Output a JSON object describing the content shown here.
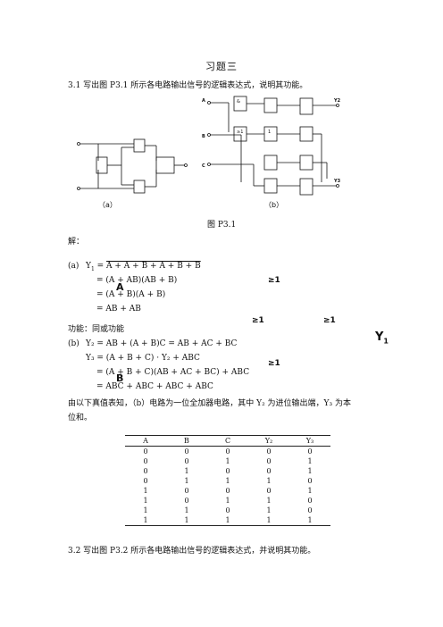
{
  "header": {
    "title": "习题三"
  },
  "problem_3_1": {
    "prompt": "3.1  写出图 P3.1 所示各电路输出信号的逻辑表达式，说明其功能。",
    "figure": {
      "caption": "图 P3.1",
      "label_a": "（a）",
      "label_b": "（b）",
      "inputs": [
        "A",
        "B",
        "C"
      ],
      "outputs": [
        "Y2",
        "Y3"
      ],
      "gate_symbols": [
        "&",
        "≥1",
        "1"
      ]
    },
    "solution": {
      "label": "解：",
      "part_a_label": "(a)",
      "a_line1_lhs": "Y",
      "a_line1_sub": "1",
      "a_line1_rhs": "A + A + B + A + B + B",
      "a_line2": "= (A + AB)(AB + B)",
      "a_line3": "= (A + B)(A + B)",
      "a_line4": "= AB + AB",
      "function_a": "功能：同或功能",
      "part_b_label": "(b)",
      "b_line1": "Y₂ = AB + (A + B)C = AB + AC + BC",
      "b_line2": "Y₃ = (A + B + C) · Y₂ + ABC",
      "b_line3": "= (A + B + C)(AB + AC + BC) + ABC",
      "b_line4": "= ABC + ABC + ABC + ABC",
      "stray": {
        "ge1_a": "≥1",
        "ge1_b": "≥1",
        "ge1_c": "≥1",
        "ge1_d": "≥1",
        "letter_a": "A",
        "letter_b": "B",
        "y1": "Y",
        "y1_sub": "1"
      },
      "conclusion_line1": "由以下真值表知，（b）电路为一位全加器电路，其中 Y₂ 为进位输出端，Y₃ 为本",
      "conclusion_line2": "位和。"
    },
    "truth_table": {
      "headers": [
        "A",
        "B",
        "C",
        "Y₂",
        "Y₃"
      ],
      "rows": [
        [
          "0",
          "0",
          "0",
          "0",
          "0"
        ],
        [
          "0",
          "0",
          "1",
          "0",
          "1"
        ],
        [
          "0",
          "1",
          "0",
          "0",
          "1"
        ],
        [
          "0",
          "1",
          "1",
          "1",
          "0"
        ],
        [
          "1",
          "0",
          "0",
          "0",
          "1"
        ],
        [
          "1",
          "0",
          "1",
          "1",
          "0"
        ],
        [
          "1",
          "1",
          "0",
          "1",
          "0"
        ],
        [
          "1",
          "1",
          "1",
          "1",
          "1"
        ]
      ]
    }
  },
  "problem_3_2": {
    "prompt": "3.2  写出图 P3.2 所示各电路输出信号的逻辑表达式，并说明其功能。"
  }
}
